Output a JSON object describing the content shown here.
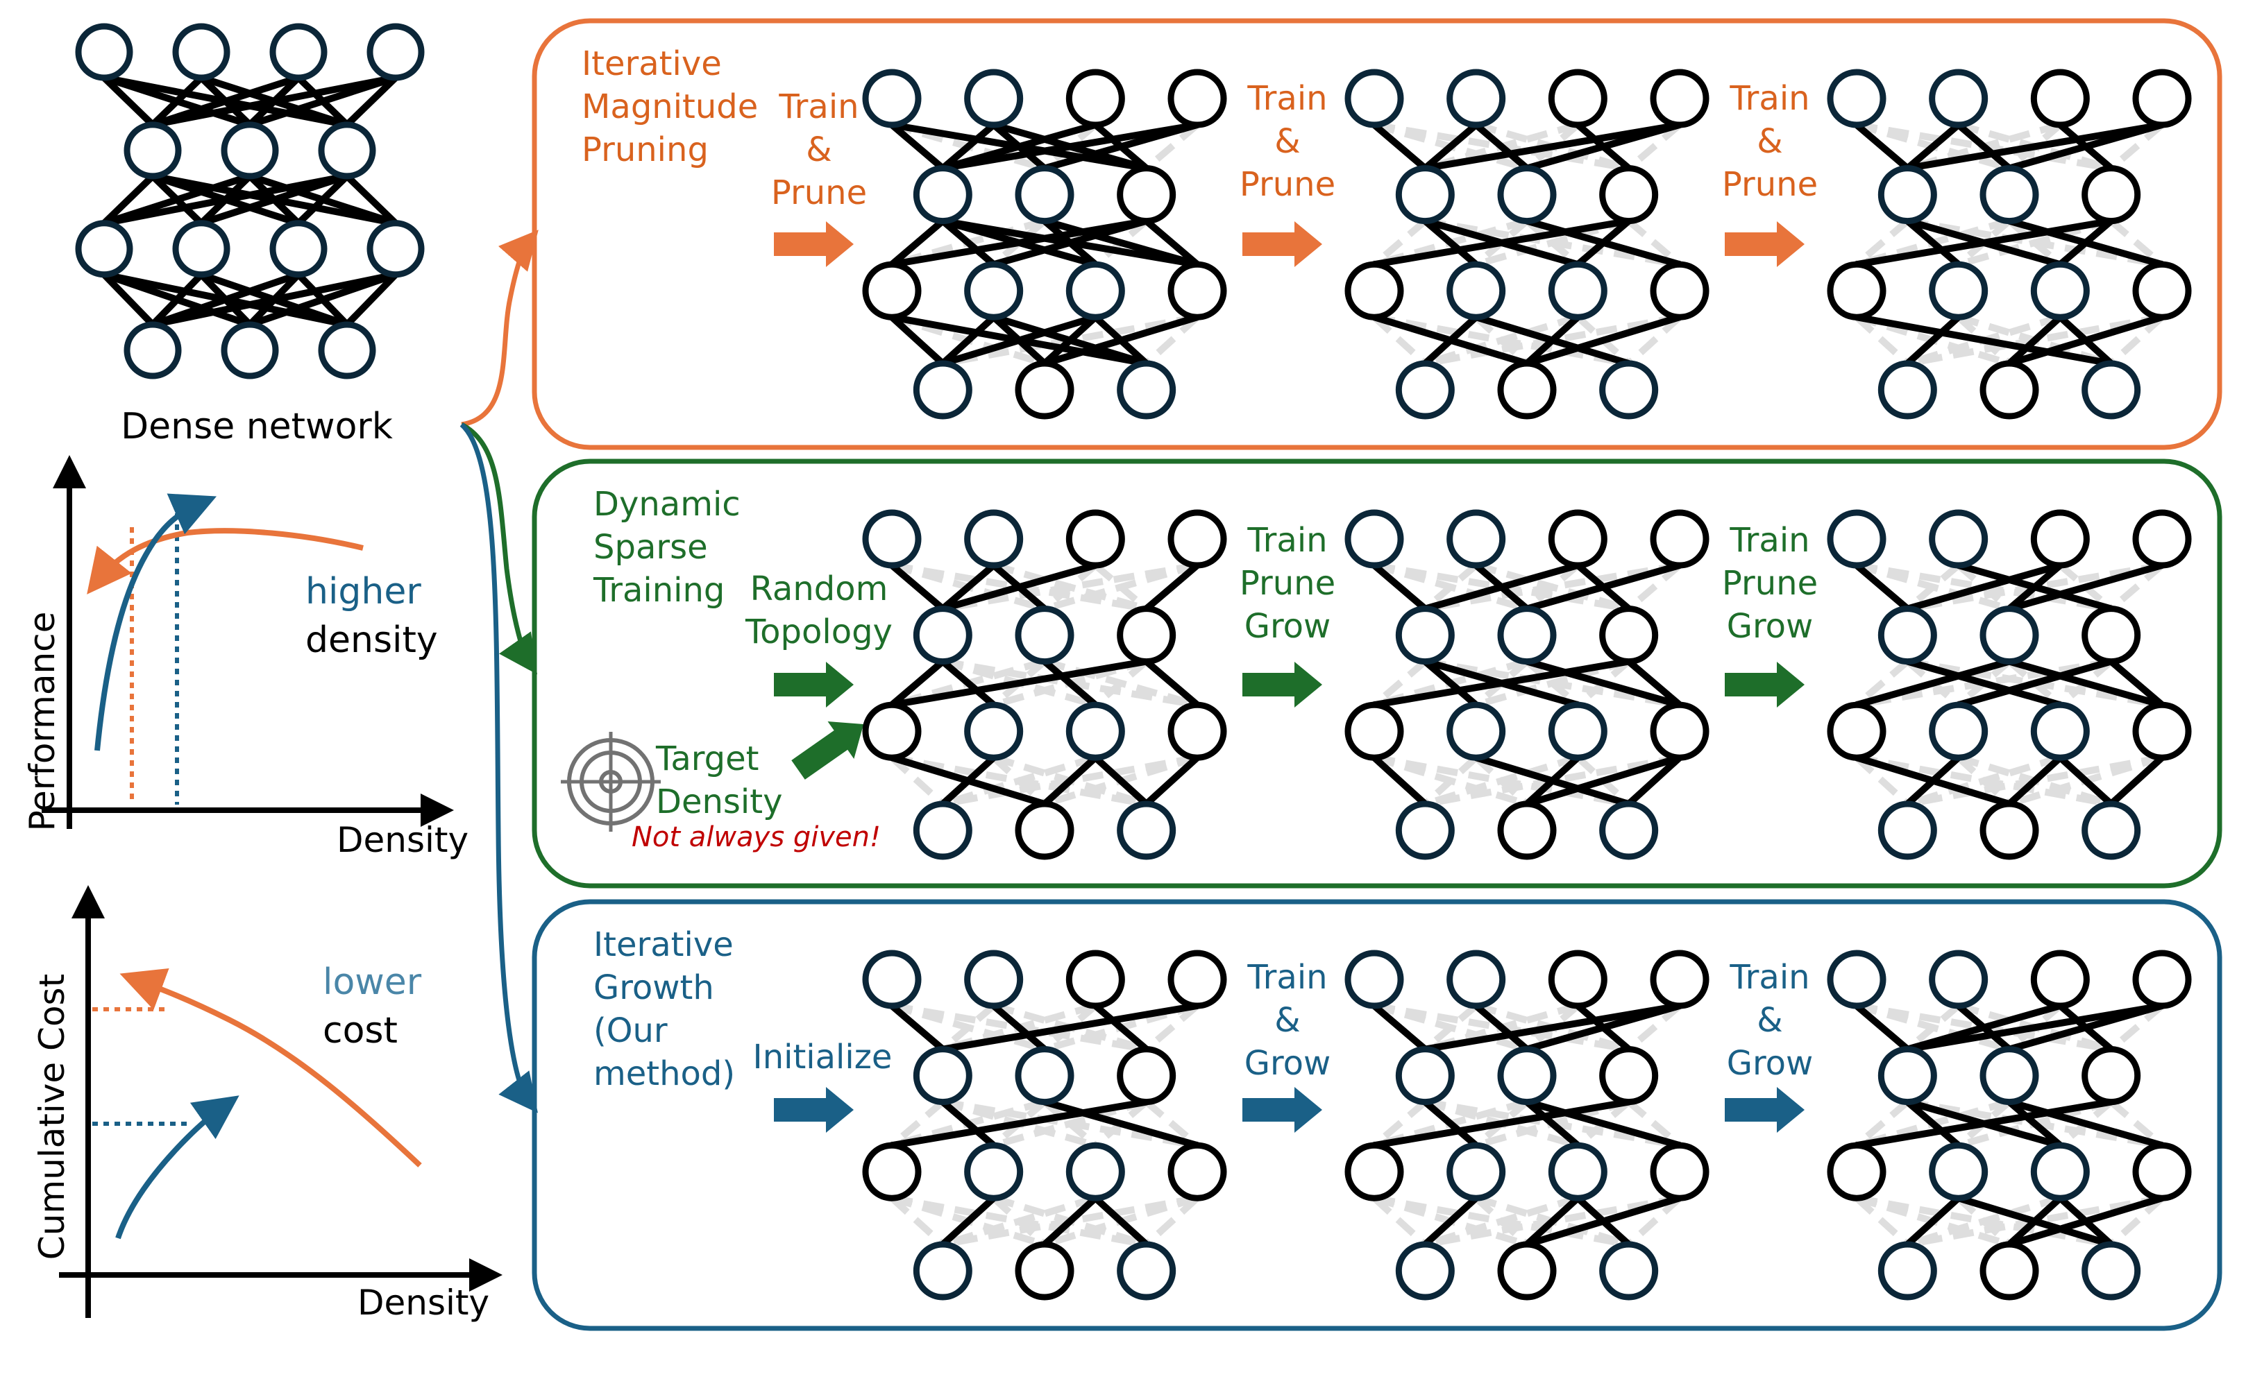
{
  "colors": {
    "orange": "#E8743B",
    "orange_text": "#D9621E",
    "green": "#1E6E2A",
    "blue": "#1A6087",
    "blue_light": "#4A86A8",
    "red_note": "#C00000",
    "node_dark": "#0B2638",
    "node_black": "#000000"
  },
  "dense": {
    "caption": "Dense network"
  },
  "perf_plot": {
    "ylabel": "Performance",
    "xlabel": "Density",
    "annotation_line1": "higher",
    "annotation_line2": "density"
  },
  "cost_plot": {
    "ylabel": "Cumulative Cost",
    "xlabel": "Density",
    "annotation_line1": "lower",
    "annotation_line2": "cost"
  },
  "panels": [
    {
      "id": "imp",
      "color": "orange",
      "title_lines": [
        "Iterative",
        "Magnitude",
        "Pruning"
      ],
      "first_step_lines": [
        "Train",
        "&",
        "Prune"
      ],
      "step_lines": [
        [
          "Train",
          "&",
          "Prune"
        ],
        [
          "Train",
          "&",
          "Prune"
        ]
      ]
    },
    {
      "id": "dst",
      "color": "green",
      "title_lines": [
        "Dynamic",
        "Sparse",
        "Training"
      ],
      "first_step_lines": [
        "Random",
        "Topology"
      ],
      "target_lines": [
        "Target",
        "Density"
      ],
      "target_note": "Not always given!",
      "step_lines": [
        [
          "Train",
          "Prune",
          "Grow"
        ],
        [
          "Train",
          "Prune",
          "Grow"
        ]
      ]
    },
    {
      "id": "growth",
      "color": "blue",
      "title_lines": [
        "Iterative",
        "Growth",
        "(Our",
        "method)"
      ],
      "first_step_lines": [
        "Initialize"
      ],
      "step_lines": [
        [
          "Train",
          "&",
          "Grow"
        ],
        [
          "Train",
          "&",
          "Grow"
        ]
      ]
    }
  ],
  "network": {
    "layers": [
      4,
      3,
      4,
      3
    ],
    "dense_edges": "all",
    "sparse_edges": {
      "imp": [
        [
          [
            [
              0,
              0
            ],
            [
              0,
              2
            ],
            [
              1,
              0
            ],
            [
              1,
              1
            ],
            [
              1,
              2
            ],
            [
              2,
              0
            ],
            [
              2,
              2
            ],
            [
              3,
              0
            ],
            [
              3,
              1
            ]
          ],
          [
            [
              0,
              0
            ],
            [
              0,
              1
            ],
            [
              0,
              2
            ],
            [
              0,
              3
            ],
            [
              1,
              2
            ],
            [
              1,
              3
            ],
            [
              2,
              0
            ],
            [
              2,
              1
            ],
            [
              2,
              3
            ]
          ],
          [
            [
              0,
              0
            ],
            [
              0,
              2
            ],
            [
              1,
              0
            ],
            [
              1,
              1
            ],
            [
              1,
              2
            ],
            [
              2,
              0
            ],
            [
              2,
              1
            ],
            [
              2,
              2
            ],
            [
              3,
              1
            ]
          ]
        ],
        [
          [
            [
              0,
              0
            ],
            [
              1,
              0
            ],
            [
              1,
              1
            ],
            [
              2,
              2
            ],
            [
              3,
              0
            ],
            [
              3,
              1
            ]
          ],
          [
            [
              0,
              1
            ],
            [
              0,
              2
            ],
            [
              1,
              3
            ],
            [
              2,
              0
            ],
            [
              2,
              2
            ]
          ],
          [
            [
              0,
              1
            ],
            [
              1,
              0
            ],
            [
              1,
              2
            ],
            [
              2,
              1
            ],
            [
              3,
              1
            ]
          ]
        ],
        [
          [
            [
              0,
              0
            ],
            [
              1,
              0
            ],
            [
              1,
              1
            ],
            [
              2,
              2
            ],
            [
              3,
              0
            ],
            [
              3,
              1
            ]
          ],
          [
            [
              0,
              1
            ],
            [
              0,
              2
            ],
            [
              1,
              3
            ],
            [
              2,
              0
            ],
            [
              2,
              2
            ]
          ],
          [
            [
              0,
              2
            ],
            [
              1,
              0
            ],
            [
              2,
              1
            ],
            [
              2,
              2
            ],
            [
              3,
              1
            ]
          ]
        ]
      ],
      "dst": [
        [
          [
            [
              0,
              0
            ],
            [
              1,
              0
            ],
            [
              1,
              1
            ],
            [
              2,
              0
            ],
            [
              3,
              2
            ]
          ],
          [
            [
              0,
              0
            ],
            [
              0,
              1
            ],
            [
              1,
              2
            ],
            [
              2,
              0
            ],
            [
              2,
              3
            ]
          ],
          [
            [
              0,
              1
            ],
            [
              1,
              0
            ],
            [
              2,
              1
            ],
            [
              2,
              2
            ],
            [
              3,
              2
            ]
          ]
        ],
        [
          [
            [
              0,
              0
            ],
            [
              1,
              1
            ],
            [
              2,
              0
            ],
            [
              2,
              2
            ],
            [
              3,
              1
            ]
          ],
          [
            [
              0,
              1
            ],
            [
              0,
              2
            ],
            [
              1,
              3
            ],
            [
              2,
              0
            ],
            [
              2,
              3
            ]
          ],
          [
            [
              0,
              0
            ],
            [
              1,
              2
            ],
            [
              2,
              1
            ],
            [
              3,
              1
            ],
            [
              3,
              2
            ]
          ]
        ],
        [
          [
            [
              0,
              0
            ],
            [
              1,
              2
            ],
            [
              2,
              0
            ],
            [
              2,
              1
            ],
            [
              3,
              1
            ]
          ],
          [
            [
              0,
              2
            ],
            [
              1,
              0
            ],
            [
              1,
              3
            ],
            [
              2,
              1
            ],
            [
              2,
              3
            ]
          ],
          [
            [
              0,
              1
            ],
            [
              1,
              0
            ],
            [
              2,
              1
            ],
            [
              2,
              2
            ],
            [
              3,
              2
            ]
          ]
        ]
      ],
      "growth": [
        [
          [
            [
              0,
              0
            ],
            [
              1,
              1
            ],
            [
              2,
              2
            ],
            [
              3,
              0
            ]
          ],
          [
            [
              0,
              1
            ],
            [
              1,
              3
            ],
            [
              2,
              0
            ]
          ],
          [
            [
              1,
              0
            ],
            [
              2,
              1
            ],
            [
              2,
              2
            ]
          ]
        ],
        [
          [
            [
              0,
              0
            ],
            [
              1,
              1
            ],
            [
              2,
              2
            ],
            [
              3,
              0
            ],
            [
              3,
              1
            ]
          ],
          [
            [
              0,
              1
            ],
            [
              1,
              2
            ],
            [
              1,
              3
            ],
            [
              2,
              0
            ]
          ],
          [
            [
              1,
              0
            ],
            [
              2,
              1
            ],
            [
              2,
              2
            ],
            [
              3,
              1
            ]
          ]
        ],
        [
          [
            [
              0,
              0
            ],
            [
              1,
              1
            ],
            [
              2,
              0
            ],
            [
              2,
              2
            ],
            [
              3,
              0
            ],
            [
              3,
              1
            ]
          ],
          [
            [
              0,
              1
            ],
            [
              0,
              2
            ],
            [
              1,
              2
            ],
            [
              1,
              3
            ],
            [
              2,
              0
            ]
          ],
          [
            [
              1,
              0
            ],
            [
              1,
              2
            ],
            [
              2,
              1
            ],
            [
              2,
              2
            ],
            [
              3,
              1
            ]
          ]
        ]
      ]
    }
  },
  "chart_data": [
    {
      "type": "line",
      "title": "",
      "xlabel": "Density",
      "ylabel": "Performance",
      "grid": false,
      "series": [
        {
          "name": "Iterative Magnitude Pruning",
          "color": "orange",
          "direction": "decreasing density",
          "x": [
            0.85,
            0.6,
            0.35,
            0.25,
            0.12
          ],
          "y": [
            0.78,
            0.82,
            0.8,
            0.74,
            0.62
          ]
        },
        {
          "name": "Iterative Growth",
          "color": "blue",
          "direction": "increasing density",
          "x": [
            0.07,
            0.12,
            0.2,
            0.28,
            0.37
          ],
          "y": [
            0.15,
            0.5,
            0.7,
            0.8,
            0.86
          ]
        }
      ],
      "reference_lines": [
        {
          "color": "orange",
          "style": "dotted",
          "x": 0.2
        },
        {
          "color": "blue",
          "style": "dotted",
          "x": 0.3
        }
      ],
      "annotation": "higher density"
    },
    {
      "type": "line",
      "title": "",
      "xlabel": "Density",
      "ylabel": "Cumulative Cost",
      "grid": false,
      "series": [
        {
          "name": "Iterative Magnitude Pruning",
          "color": "orange",
          "direction": "decreasing density",
          "x": [
            0.9,
            0.65,
            0.45,
            0.25,
            0.1
          ],
          "y": [
            0.1,
            0.33,
            0.5,
            0.63,
            0.72
          ]
        },
        {
          "name": "Iterative Growth",
          "color": "blue",
          "direction": "increasing density",
          "x": [
            0.07,
            0.12,
            0.2,
            0.27,
            0.35
          ],
          "y": [
            0.08,
            0.2,
            0.33,
            0.4,
            0.45
          ]
        }
      ],
      "reference_lines": [
        {
          "color": "orange",
          "style": "dotted",
          "y": 0.67
        },
        {
          "color": "blue",
          "style": "dotted",
          "y": 0.4
        }
      ],
      "annotation": "lower cost"
    }
  ]
}
